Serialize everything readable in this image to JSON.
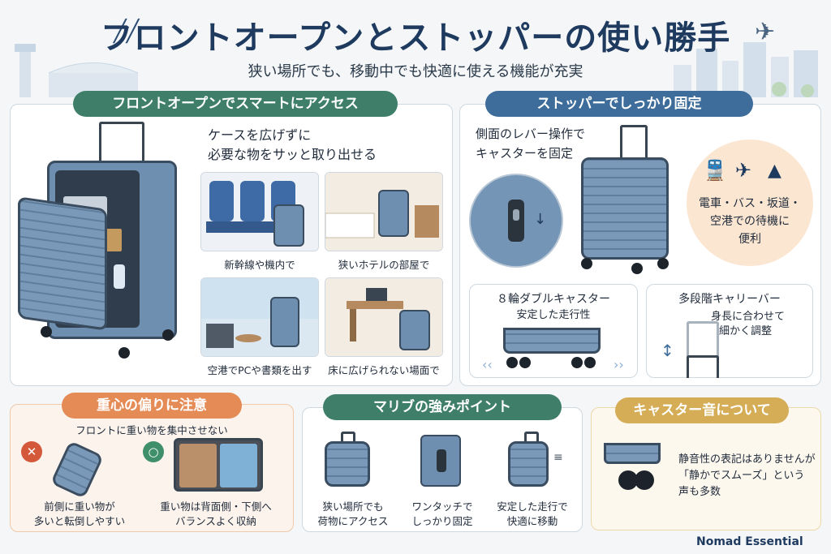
{
  "header": {
    "title": "フロントオープンとストッパーの使い勝手",
    "subtitle": "狭い場所でも、移動中でも快適に使える機能が充実"
  },
  "front_open": {
    "heading": "フロントオープンでスマートにアクセス",
    "lead_line1": "ケースを広げずに",
    "lead_line2": "必要な物をサッと取り出せる",
    "scenes": [
      {
        "caption": "新幹線や機内で"
      },
      {
        "caption": "狭いホテルの部屋で"
      },
      {
        "caption": "空港でPCや書類を出す"
      },
      {
        "caption": "床に広げられない場面で"
      }
    ]
  },
  "stopper": {
    "heading": "ストッパーでしっかり固定",
    "lead_line1": "側面のレバー操作で",
    "lead_line2": "キャスターを固定",
    "bubble_line1": "電車・バス・坂道・",
    "bubble_line2": "空港での待機に",
    "bubble_line3": "便利",
    "casters_title": "８輪ダブルキャスター",
    "casters_sub": "安定した走行性",
    "bar_title": "多段階キャリーバー",
    "bar_sub1": "身長に合わせて",
    "bar_sub2": "細かく調整"
  },
  "balance": {
    "heading": "重心の偏りに注意",
    "note": "フロントに重い物を集中させない",
    "bad_line1": "前側に重い物が",
    "bad_line2": "多いと転倒しやすい",
    "good_line1": "重い物は背面側・下側へ",
    "good_line2": "バランスよく収納",
    "bad_mark": "✕",
    "good_mark": "○"
  },
  "strengths": {
    "heading": "マリブの強みポイント",
    "items": [
      {
        "line1": "狭い場所でも",
        "line2": "荷物にアクセス"
      },
      {
        "line1": "ワンタッチで",
        "line2": "しっかり固定"
      },
      {
        "line1": "安定した走行で",
        "line2": "快適に移動"
      }
    ]
  },
  "caster_sound": {
    "heading": "キャスター音について",
    "line1": "静音性の表記はありませんが",
    "line2": "「静かでスムーズ」という",
    "line3": "声も多数"
  },
  "brand": {
    "name": "Nomad Essential"
  },
  "colors": {
    "navy": "#1e3a5f",
    "green": "#3f7f6a",
    "blue": "#3e6d9b",
    "orange": "#e58b55",
    "gold": "#d6ad57",
    "suitcase": "#6f8fb0"
  }
}
